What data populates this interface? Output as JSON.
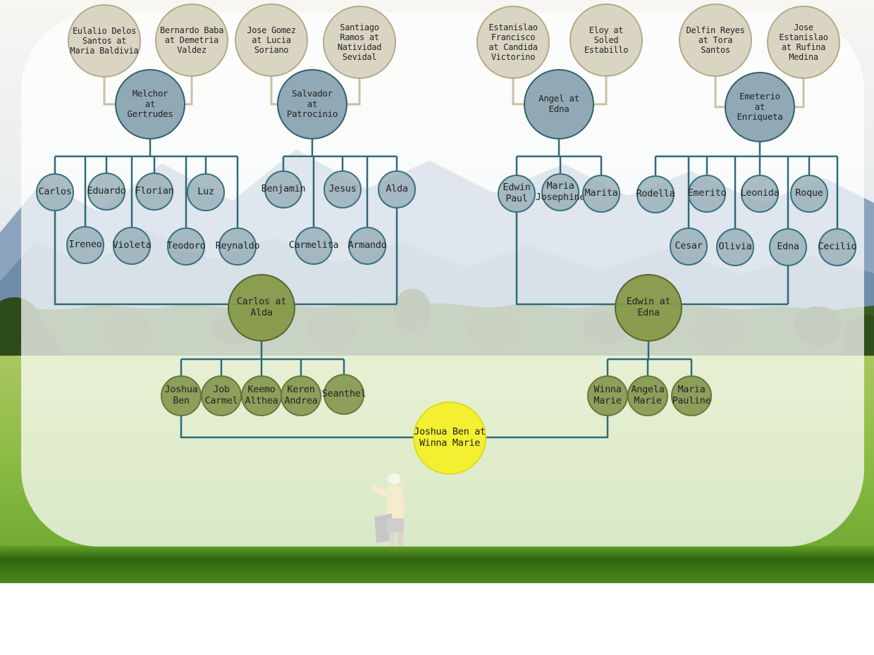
{
  "diagram_title": "family tree",
  "colors": {
    "great_grandparent_fill": "#d7d2be",
    "great_grandparent_border": "#b2ab89",
    "grandparent_fill": "#7d9aa8",
    "grandparent_border": "#2f6170",
    "grandchild_fill": "#93acb6",
    "parent_couple_fill": "#87994a",
    "parent_couple_border": "#55682c",
    "focal_fill": "#f3ef31",
    "ancestor_line": "#c9c1a0",
    "descendant_line": "#2e6b7a",
    "overlay": "rgba(255,255,255,0.73)"
  },
  "generations": {
    "great_grandparents": [
      "Eulalio Delos\nSantos at\nMaria Baldivia",
      "Bernardo Baba\nat Demetria\nValdez",
      "Jose Gomez\nat Lucia\nSoriano",
      "Santiago\nRamos at\nNatividad\nSevidal",
      "Estanislao\nFrancisco\nat Candida\nVictorino",
      "Eloy at\nSoled\nEstabillo",
      "Delfin Reyes\nat Tora\nSantos",
      "Jose\nEstanislao\nat Rufina\nMedina"
    ],
    "grandparent_couples": [
      "Melchor\nat\nGertrudes",
      "Salvador\nat\nPatrocinio",
      "Angel at\nEdna",
      "Emeterio\nat\nEnriqueta"
    ],
    "grandchildren": {
      "melchor_gertrudes": [
        "Carlos",
        "Eduardo",
        "Florian",
        "Luz",
        "Ireneo",
        "Violeta",
        "Teodoro",
        "Reynaldo"
      ],
      "salvador_patrocinio": [
        "Benjamin",
        "Jesus",
        "Alda",
        "Carmelita",
        "Armando"
      ],
      "angel_edna": [
        "Edwin\nPaul",
        "Maria\nJosephine",
        "Marita"
      ],
      "emeterio_enriqueta": [
        "Rodella",
        "Emerito",
        "Leonida",
        "Roque",
        "Cesar",
        "Olivia",
        "Edna",
        "Cecilio"
      ]
    },
    "parent_couples": [
      "Carlos at\nAlda",
      "Edwin at\nEdna"
    ],
    "parent_children": {
      "carlos_alda": [
        "Joshua\nBen",
        "Job\nCarmel",
        "Keemo\nAlthea",
        "Keren\nAndrea",
        "Seanthel"
      ],
      "edwin_edna": [
        "Winna\nMarie",
        "Angela\nMarie",
        "Maria\nPauline"
      ]
    },
    "focal_couple": "Joshua Ben at\nWinna Marie"
  }
}
